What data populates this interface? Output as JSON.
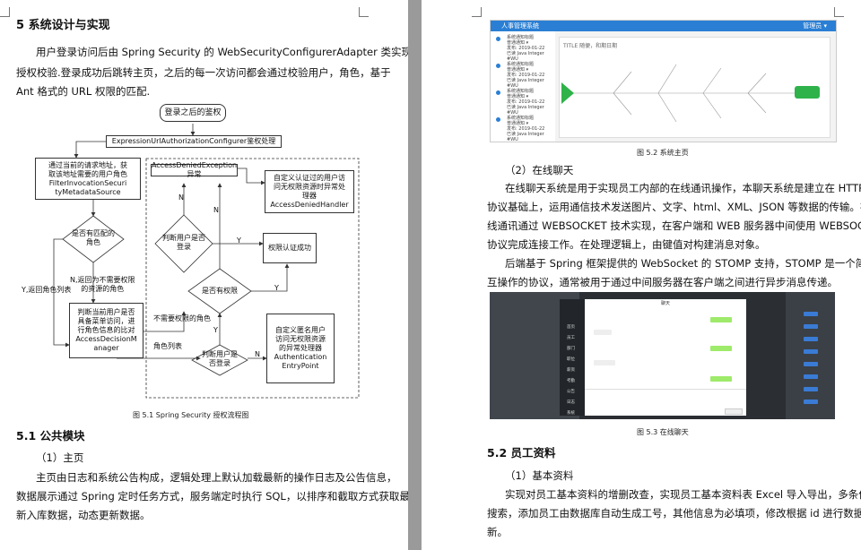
{
  "left_page": {
    "section5_heading": "5 系统设计与实现",
    "para1": [
      "用户登录访问后由 Spring Security 的 WebSecurityConfigurerAdapter 类实现认证和",
      "授权校验.登录成功后跳转主页，之后的每一次访问都会通过校验用户，角色，基于",
      "Ant 格式的 URL 权限的匹配."
    ],
    "flowchart": {
      "start": "登录之后的鉴权",
      "expr": "ExpressionUrlAuthorizationConfigurer鉴权处理",
      "get_roles": "通过当前的请求地址，获\n取该地址需要的用户角色\nFilterInvocationSecuri\ntyMetadataSource",
      "match_q": "是否有匹配的\n角色",
      "no_match_label": "N,返回为不需要权限\n的资源的角色",
      "y_label": "Y,返回角色列表",
      "decision_mgr": "判断当前用户是否\n具备菜单访问，进\n行角色信息的比对\nAccessDecisionM\nanager",
      "no_perm_role": "不需要权限的角色",
      "role_list": "角色列表",
      "ad_ex": "AccessDeniedException异常",
      "custom_denied": "自定义认证过的用户访\n问无权限资源时异常处\n理器\nAccessDeniedHandler",
      "is_login_q1": "判断用户是否\n登录",
      "auth_ok": "权限认证成功",
      "has_perm_q": "是否有权限",
      "is_login_q2": "判断用户是\n否登录",
      "custom_entry": "自定义匿名用户\n访问无权限资源\n的异常处理器\nAuthentication\nEntryPoint",
      "N": "N",
      "Y": "Y"
    },
    "fig51_caption": "图 5.1    Spring Security 授权流程图",
    "sec51_heading": "5.1  公共模块",
    "sub1": "（1）主页",
    "para2": [
      "主页由日志和系统公告构成，逻辑处理上默认加载最新的操作日志及公告信息，",
      "数据展示通过 Spring 定时任务方式，服务端定时执行 SQL，以排序和截取方式获取最",
      "新入库数据，动态更新数据。"
    ]
  },
  "right_page": {
    "screenshot1": {
      "brand": "人事管理系统",
      "user": "管理员 ▾",
      "title": "TITLE 随便，和期日期",
      "side_items": [
        "系统通知标题\n普通通知 ▾\n发布: 2019-01-22\n已读 Java Integer #WU",
        "系统通知标题\n普通通知 ▾\n发布: 2019-01-22\n已读 Java Integer #WU",
        "系统通知标题\n普通通知 ▾\n发布: 2019-01-22\n已读 Java Integer #WU",
        "系统通知标题\n普通通知 ▾\n发布: 2019-01-22\n已读 Java Integer #WU"
      ]
    },
    "fig52_caption": "图 5.2  系统主页",
    "sub2": "（2）在线聊天",
    "para3": [
      "在线聊天系统是用于实现员工内部的在线通讯操作，本聊天系统是建立在 HTTP",
      "协议基础上，运用通信技术发送图片、文字、html、XML、JSON 等数据的传输。在",
      "线通讯通过 WEBSOCKET 技术实现，在客户端和 WEB 服务器中间使用 WEBSOCKET",
      "协议完成连接工作。在处理逻辑上，由键值对构建消息对象。"
    ],
    "para4": [
      "后端基于 Spring 框架提供的 WebSocket 的 STOMP 支持，STOMP 是一个简单的可",
      "互操作的协议，通常被用于通过中间服务器在客户端之间进行异步消息传递。"
    ],
    "screenshot2": {
      "chat_title": "聊天",
      "menu": [
        "首页",
        "员工",
        "部门",
        "职位",
        "薪资",
        "考勤",
        "公告",
        "日志",
        "系统"
      ]
    },
    "fig53_caption": "图 5.3  在线聊天",
    "sec52_heading": "5.2  员工资料",
    "sub3": "（1）基本资料",
    "para5": [
      "实现对员工基本资料的增删改查，实现员工基本资料表 Excel 导入导出，多条件",
      "搜索，添加员工由数据库自动生成工号，其他信息为必填项，修改根据 id 进行数据更",
      "新。"
    ]
  }
}
